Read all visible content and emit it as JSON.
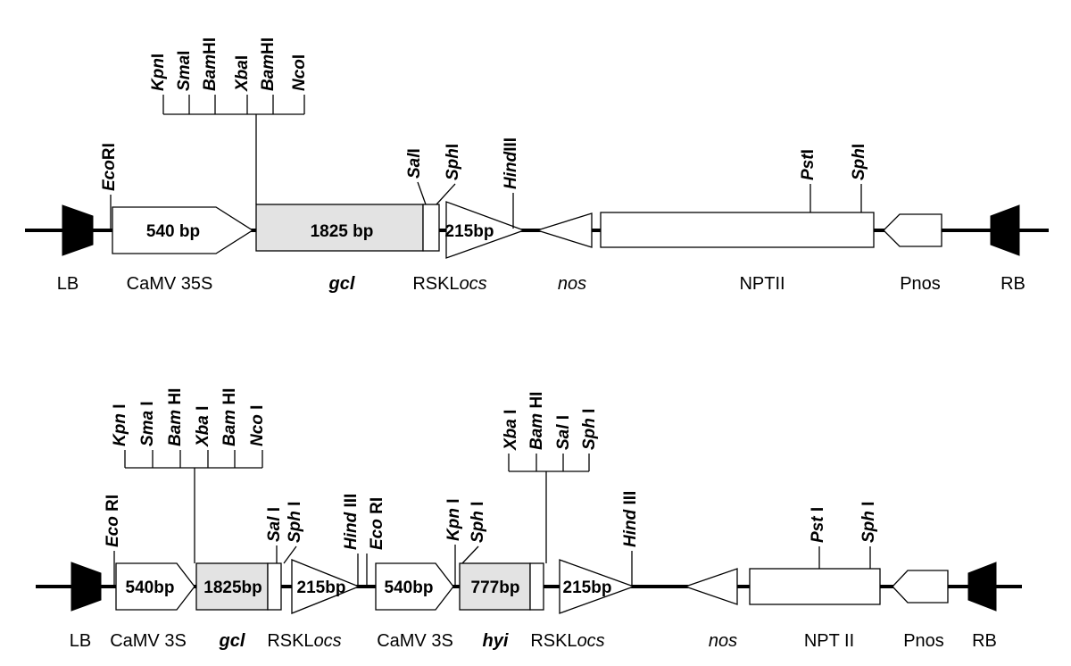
{
  "construct1": {
    "sites": {
      "kpn": {
        "name": "Kpn",
        "suffix": "I"
      },
      "sma": {
        "name": "Sma",
        "suffix": "I"
      },
      "bam1": {
        "name": "Bam",
        "suffix": "HI"
      },
      "xba": {
        "name": "Xba",
        "suffix": "I"
      },
      "bam2": {
        "name": "Bam",
        "suffix": "HI"
      },
      "nco": {
        "name": "Nco",
        "suffix": "I"
      },
      "eco": {
        "name": "Eco",
        "suffix": "RI"
      },
      "sal": {
        "name": "Sal",
        "suffix": "I"
      },
      "sph1": {
        "name": "Sph",
        "suffix": "I"
      },
      "hind": {
        "name": "Hind",
        "suffix": "III"
      },
      "pst": {
        "name": "Pst",
        "suffix": "I"
      },
      "sph2": {
        "name": "Sph",
        "suffix": "I"
      }
    },
    "sizes": {
      "promoter": "540 bp",
      "gene": "1825 bp",
      "terminator": "215bp"
    },
    "labels": {
      "lb": "LB",
      "promoter": "CaMV 35S",
      "gene": "gcl",
      "rskl": "RSKL",
      "ocs": "ocs",
      "nos": "nos",
      "nptii": "NPTII",
      "pnos": "Pnos",
      "rb": "RB"
    }
  },
  "construct2": {
    "sites": {
      "kpn": {
        "name": "Kpn",
        "suffix": " I"
      },
      "sma": {
        "name": "Sma",
        "suffix": " I"
      },
      "bam1": {
        "name": "Bam",
        "suffix": " HI"
      },
      "xba": {
        "name": "Xba",
        "suffix": " I"
      },
      "bam2": {
        "name": "Bam",
        "suffix": " HI"
      },
      "nco": {
        "name": "Nco",
        "suffix": " I"
      },
      "eco1": {
        "name": "Eco",
        "suffix": " RI"
      },
      "sal1": {
        "name": "Sal",
        "suffix": " I"
      },
      "sph1": {
        "name": "Sph",
        "suffix": " I"
      },
      "hind1": {
        "name": "Hind",
        "suffix": " III"
      },
      "eco2": {
        "name": "Eco",
        "suffix": " RI"
      },
      "kpn2": {
        "name": "Kpn",
        "suffix": " I"
      },
      "sph2": {
        "name": "Sph",
        "suffix": " I"
      },
      "xba2": {
        "name": "Xba",
        "suffix": " I"
      },
      "bam3": {
        "name": "Bam",
        "suffix": " HI"
      },
      "sal2": {
        "name": "Sal",
        "suffix": " I"
      },
      "sph3": {
        "name": "Sph",
        "suffix": " I"
      },
      "hind2": {
        "name": "Hind",
        "suffix": " III"
      },
      "pst": {
        "name": "Pst",
        "suffix": " I"
      },
      "sph4": {
        "name": "Sph",
        "suffix": " I"
      }
    },
    "sizes": {
      "promoter1": "540bp",
      "gene1": "1825bp",
      "term1": "215bp",
      "promoter2": "540bp",
      "gene2": "777bp",
      "term2": "215bp"
    },
    "labels": {
      "lb": "LB",
      "promoter1": "CaMV 3S",
      "gene1": "gcl",
      "rskl1": "RSKL",
      "ocs1": "ocs",
      "promoter2": "CaMV 3S",
      "gene2": "hyi",
      "rskl2": "RSKL",
      "ocs2": "ocs",
      "nos": "nos",
      "nptii": "NPT II",
      "pnos": "Pnos",
      "rb": "RB"
    }
  }
}
